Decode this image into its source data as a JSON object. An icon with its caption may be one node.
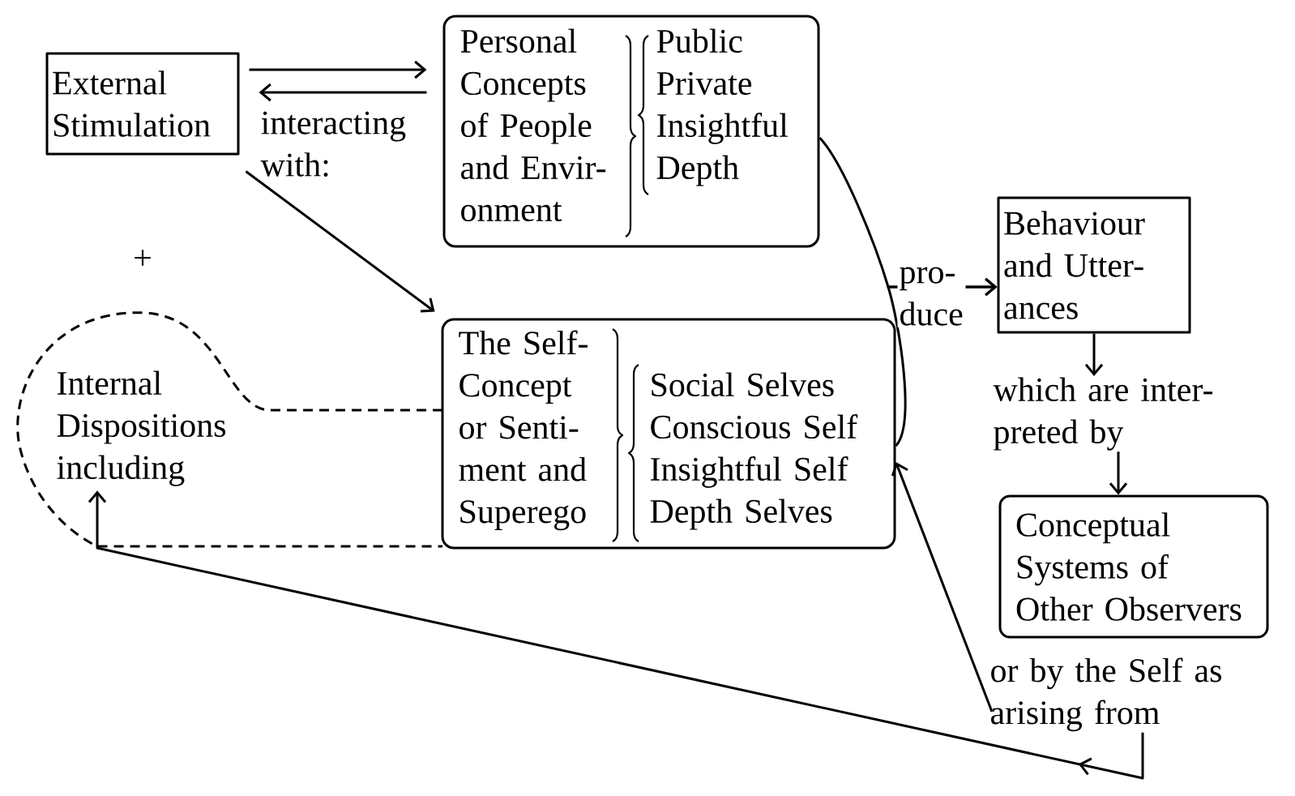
{
  "diagram": {
    "nodes": [
      {
        "text": [
          "External Stimulation"
        ]
      },
      {
        "text": [
          "Personal Concepts of People and Envir- onment",
          "Public Private Insightful Depth"
        ]
      },
      {
        "text": [
          "The Self- Concept or Senti- ment and Superego",
          "Social Selves Conscious Self Insightful Self Depth Selves"
        ]
      },
      {
        "text": [
          "Behaviour and Utter- ances"
        ]
      },
      {
        "text": [
          "which are inter- preted by"
        ]
      },
      {
        "text": [
          "Conceptual Systems of Other Observers"
        ]
      },
      {
        "text": [
          "or by the Self as arising from"
        ]
      },
      {
        "text": [
          "Internal Dispositions including"
        ]
      }
    ],
    "edges": [
      {
        "from": 0,
        "to": 1,
        "arrow": "to"
      },
      {
        "from": 1,
        "to": 0,
        "arrow": "to"
      },
      {
        "from": 0,
        "to": 2,
        "arrow": "to"
      },
      {
        "from": 1,
        "to": 3,
        "arrow": "to",
        "label": "pro- duce"
      },
      {
        "from": 2,
        "to": 3,
        "arrow": "to"
      },
      {
        "from": 3,
        "to": 4,
        "arrow": "to"
      },
      {
        "from": 4,
        "to": 5,
        "arrow": "to"
      },
      {
        "from": 6,
        "to": 2,
        "arrow": "to"
      },
      {
        "from": 6,
        "to": 7,
        "arrow": "to"
      }
    ],
    "labels": [
      "interacting with:",
      "+"
    ]
  }
}
